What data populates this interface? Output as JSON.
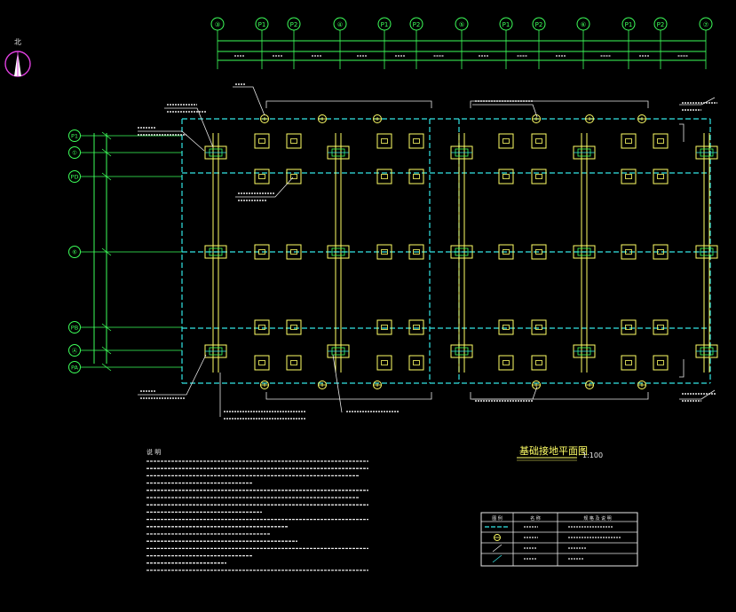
{
  "colors": {
    "background": "#000000",
    "axis_green": "#3dff5a",
    "foundation_yellow": "#ffff66",
    "ground_cyan": "#33e6e6",
    "text_white": "#e8e8e8",
    "compass_magenta": "#e040e0"
  },
  "compass": {
    "label": "北"
  },
  "top_axis": {
    "labels": [
      "③",
      "P1",
      "P2",
      "④",
      "P1",
      "P2",
      "⑤",
      "P1",
      "P2",
      "⑥",
      "P1",
      "P2",
      "⑦"
    ]
  },
  "left_axis": {
    "labels": [
      "P1",
      "①",
      "PD",
      "⑥",
      "PB",
      "Ⓐ",
      "PA"
    ]
  },
  "title": {
    "main": "基础接地平面图",
    "scale": "1:100"
  },
  "notes": {
    "heading": "说 明"
  },
  "legend": {
    "headers": [
      "图 例",
      "名 称",
      "规 格 及 说 明"
    ]
  }
}
